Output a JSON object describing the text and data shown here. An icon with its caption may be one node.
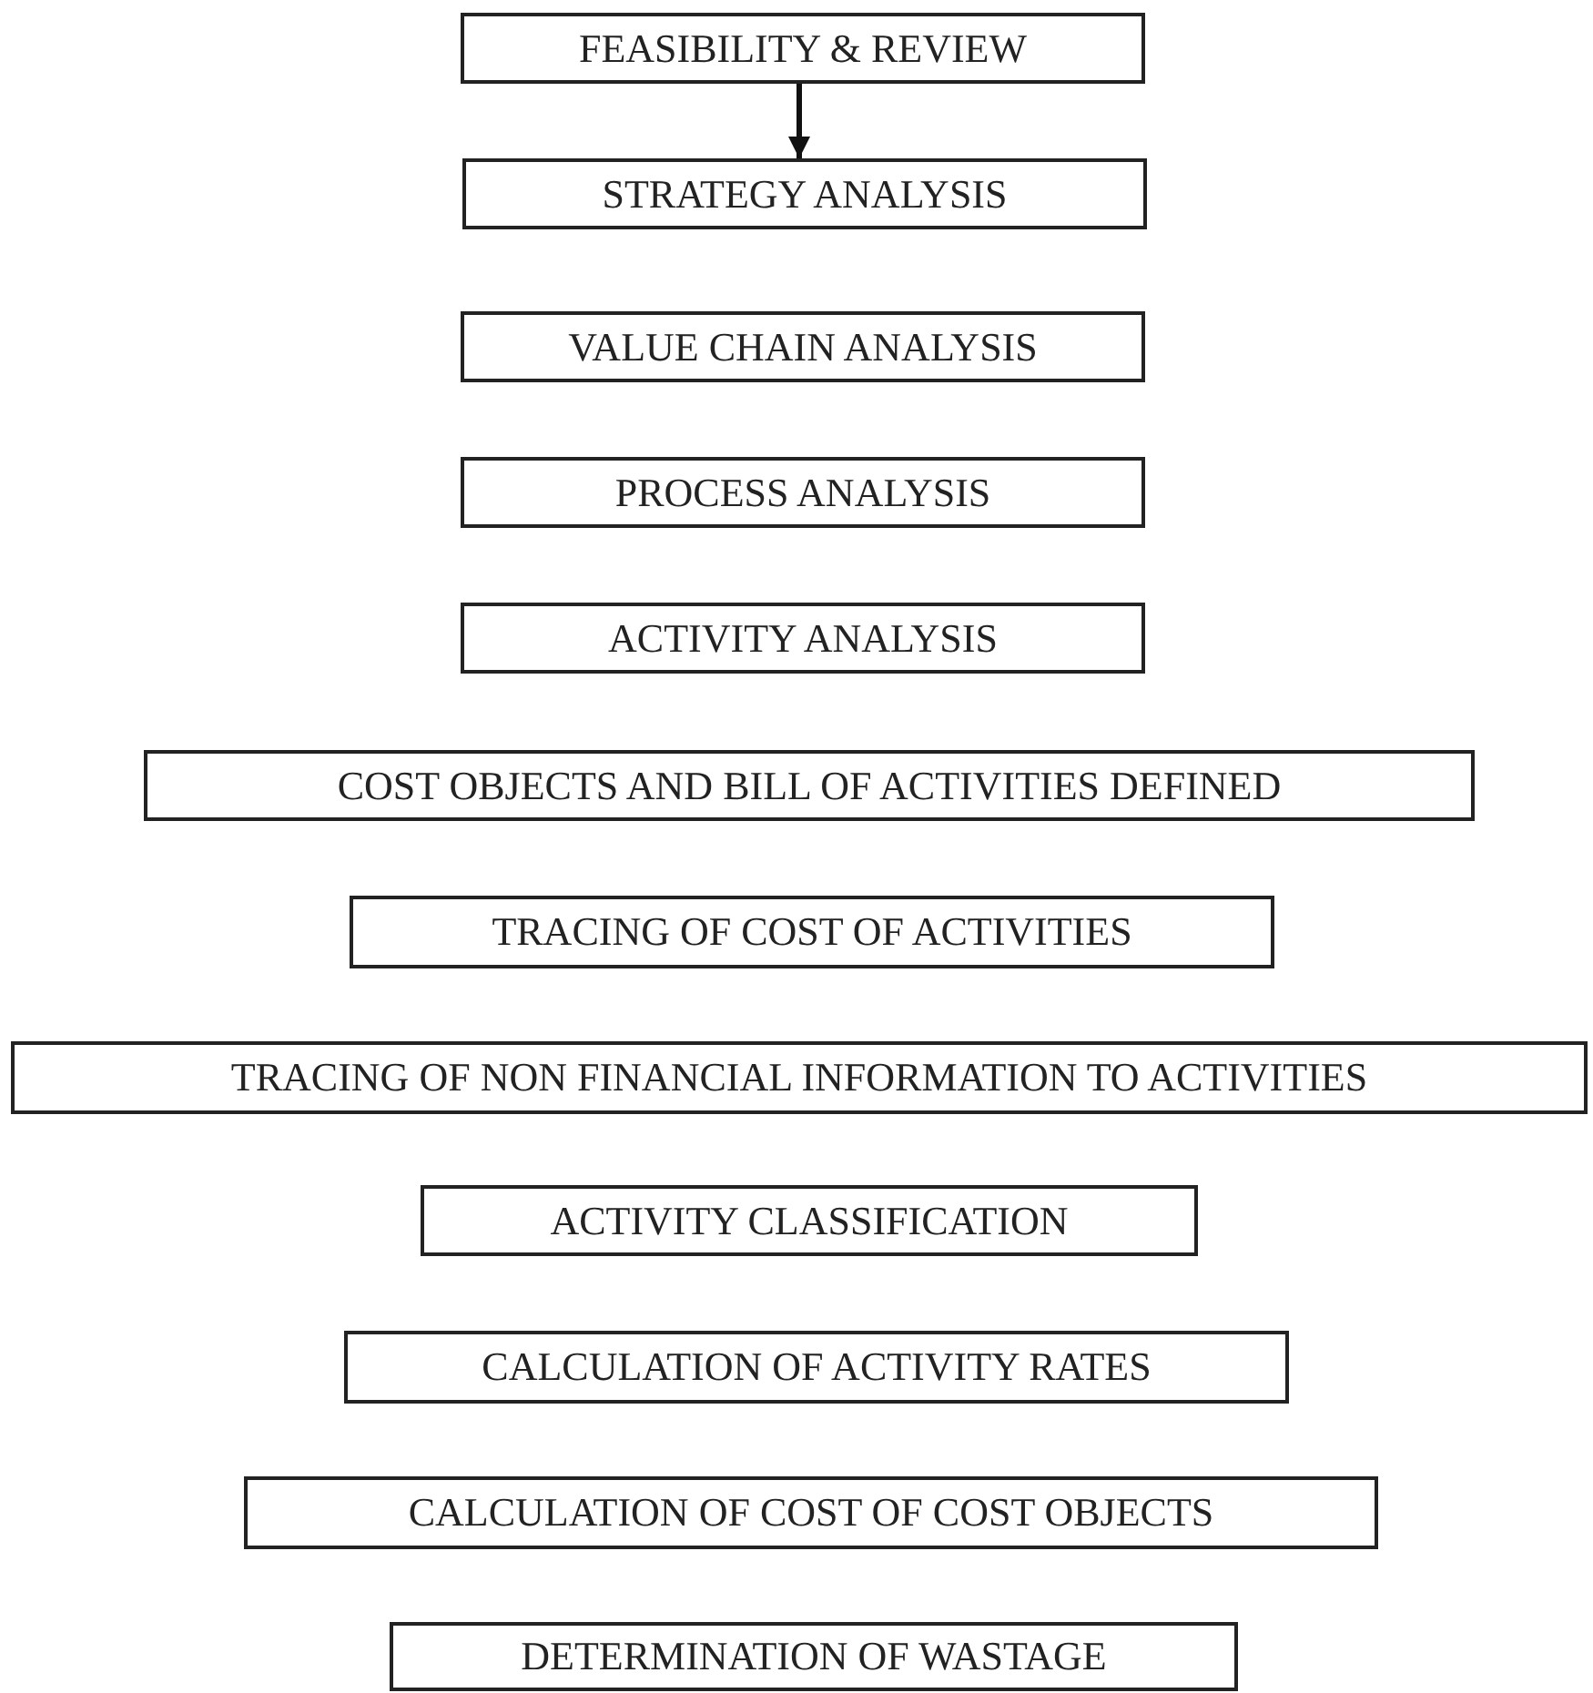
{
  "diagram": {
    "nodes": [
      {
        "text": [
          "FEASIBILITY & REVIEW"
        ]
      },
      {
        "text": [
          "STRATEGY ANALYSIS"
        ]
      },
      {
        "text": [
          "VALUE CHAIN ANALYSIS"
        ]
      },
      {
        "text": [
          "PROCESS ANALYSIS"
        ]
      },
      {
        "text": [
          "ACTIVITY ANALYSIS"
        ]
      },
      {
        "text": [
          "COST OBJECTS AND BILL OF ACTIVITIES DEFINED"
        ]
      },
      {
        "text": [
          "TRACING OF COST OF ACTIVITIES"
        ]
      },
      {
        "text": [
          "TRACING OF NON FINANCIAL INFORMATION TO ACTIVITIES"
        ]
      },
      {
        "text": [
          "ACTIVITY CLASSIFICATION"
        ]
      },
      {
        "text": [
          "CALCULATION OF ACTIVITY RATES"
        ]
      },
      {
        "text": [
          "CALCULATION OF COST OF COST OBJECTS"
        ]
      },
      {
        "text": [
          "DETERMINATION OF WASTAGE"
        ]
      }
    ],
    "edges": [
      {
        "from": 0,
        "to": 1,
        "arrow": "to"
      }
    ]
  }
}
